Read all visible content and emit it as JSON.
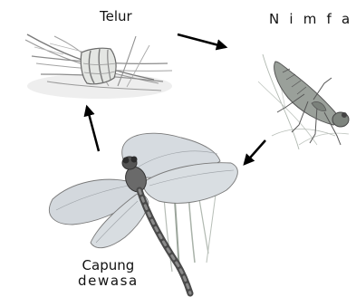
{
  "stages": {
    "egg": {
      "label": "Telur"
    },
    "nymph": {
      "label": "N i m f a"
    },
    "adult": {
      "label_line1": "Capung",
      "label_line2": "dewasa"
    }
  },
  "colors": {
    "arrow": "#000000",
    "ink": "#555555",
    "wing": "#cfd5da",
    "body_dark": "#4a4a4a",
    "body_light": "#8a8a8a",
    "stem": "#9aa49a"
  },
  "icons": [
    "egg-mass-illustration",
    "nymph-illustration",
    "adult-dragonfly-illustration",
    "arrow-right",
    "arrow-down-left",
    "arrow-up"
  ]
}
